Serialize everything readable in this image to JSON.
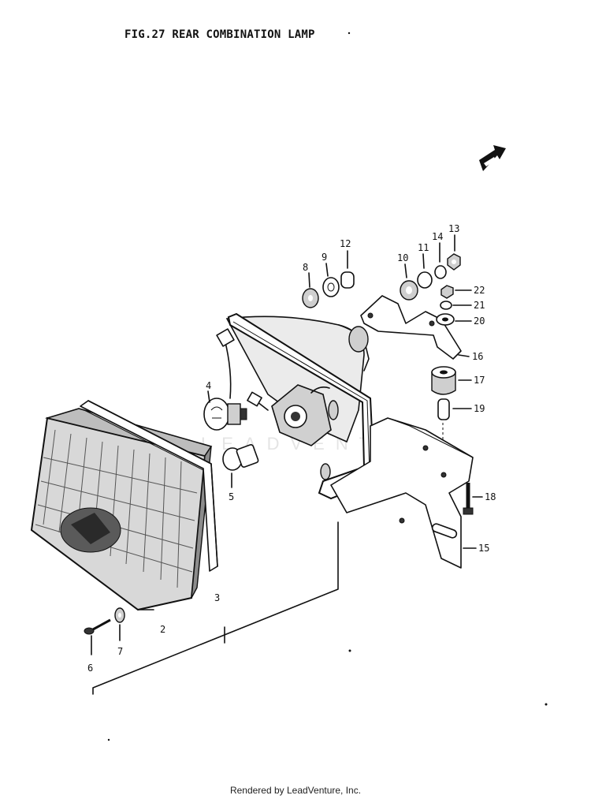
{
  "header": {
    "title": "FIG.27  REAR COMBINATION LAMP"
  },
  "footer": {
    "credit": "Rendered by LeadVenture, Inc."
  },
  "watermark": {
    "text": "LEADVENTURE"
  },
  "callouts": [
    {
      "id": "2",
      "label": "2"
    },
    {
      "id": "3",
      "label": "3"
    },
    {
      "id": "4",
      "label": "4"
    },
    {
      "id": "5",
      "label": "5"
    },
    {
      "id": "6",
      "label": "6"
    },
    {
      "id": "7",
      "label": "7"
    },
    {
      "id": "8",
      "label": "8"
    },
    {
      "id": "9",
      "label": "9"
    },
    {
      "id": "10",
      "label": "10"
    },
    {
      "id": "11",
      "label": "11"
    },
    {
      "id": "12",
      "label": "12"
    },
    {
      "id": "13",
      "label": "13"
    },
    {
      "id": "14",
      "label": "14"
    },
    {
      "id": "15",
      "label": "15"
    },
    {
      "id": "16",
      "label": "16"
    },
    {
      "id": "17",
      "label": "17"
    },
    {
      "id": "18",
      "label": "18"
    },
    {
      "id": "19",
      "label": "19"
    },
    {
      "id": "20",
      "label": "20"
    },
    {
      "id": "21",
      "label": "21"
    },
    {
      "id": "22",
      "label": "22"
    }
  ]
}
